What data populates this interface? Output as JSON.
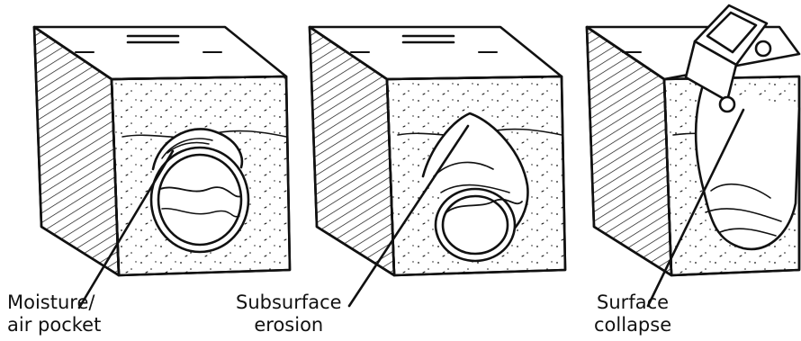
{
  "panels": [
    {
      "id": "moisture",
      "caption": [
        "Moisture/",
        "air pocket"
      ]
    },
    {
      "id": "erosion",
      "caption": [
        "Subsurface",
        "erosion"
      ]
    },
    {
      "id": "collapse",
      "caption": [
        "Surface",
        "collapse"
      ]
    }
  ],
  "colors": {
    "ink": "#111111",
    "paper": "#ffffff"
  }
}
